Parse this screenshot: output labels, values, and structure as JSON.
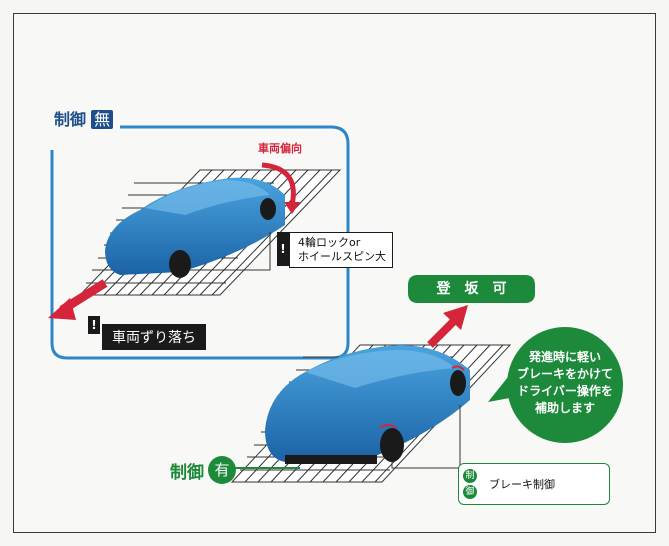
{
  "no_control": {
    "label_prefix": "制御",
    "label_badge": "無",
    "vehicle_yaw_label": "車両偏向",
    "lock_callout_line1": "4輪ロックor",
    "lock_callout_line2": "ホイールスピン大",
    "slide_label": "車両ずり落ち",
    "excl": "!"
  },
  "with_control": {
    "label_prefix": "制御",
    "label_badge": "有",
    "climb_label": "登　坂　可",
    "assist_line1": "発進時に軽い",
    "assist_line2": "ブレーキをかけて",
    "assist_line3": "ドライバー操作を",
    "assist_line4": "補助します",
    "brake_tag_top": "制",
    "brake_tag_bottom": "御",
    "brake_label": "ブレーキ制御"
  },
  "colors": {
    "blue": "#1f4f8a",
    "green": "#1c8a3a",
    "red": "#d6253b",
    "car": "#2a86c8"
  }
}
